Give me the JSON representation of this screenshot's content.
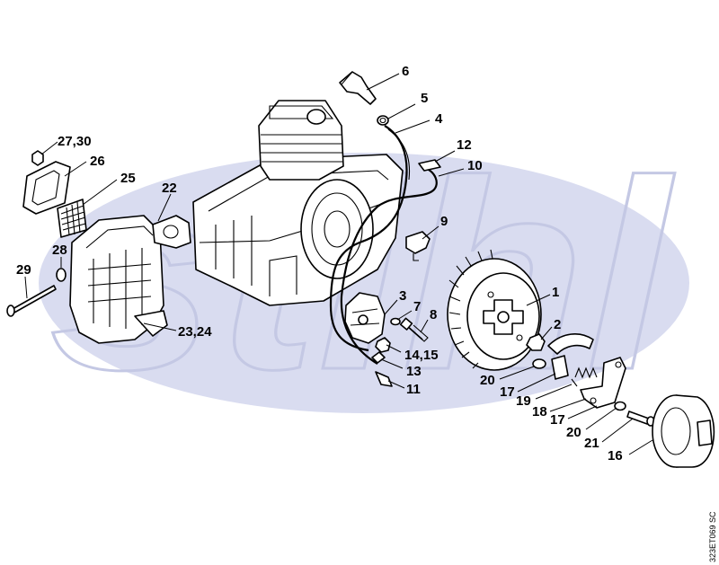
{
  "watermark": "stihl",
  "drawing_code": "323ET069 SC",
  "colors": {
    "watermark_fill": "#d9dcf0",
    "watermark_stroke": "#c4c8e4",
    "line": "#000000"
  },
  "callouts": {
    "c1": "1",
    "c2": "2",
    "c3": "3",
    "c4": "4",
    "c5": "5",
    "c6": "6",
    "c7": "7",
    "c8": "8",
    "c9": "9",
    "c10": "10",
    "c11": "11",
    "c12": "12",
    "c13": "13",
    "c14_15": "14,15",
    "c16": "16",
    "c17a": "17",
    "c17b": "17",
    "c18": "18",
    "c19": "19",
    "c20a": "20",
    "c20b": "20",
    "c21": "21",
    "c22": "22",
    "c23_24": "23,24",
    "c25": "25",
    "c26": "26",
    "c27_30": "27,30",
    "c28": "28",
    "c29": "29"
  }
}
